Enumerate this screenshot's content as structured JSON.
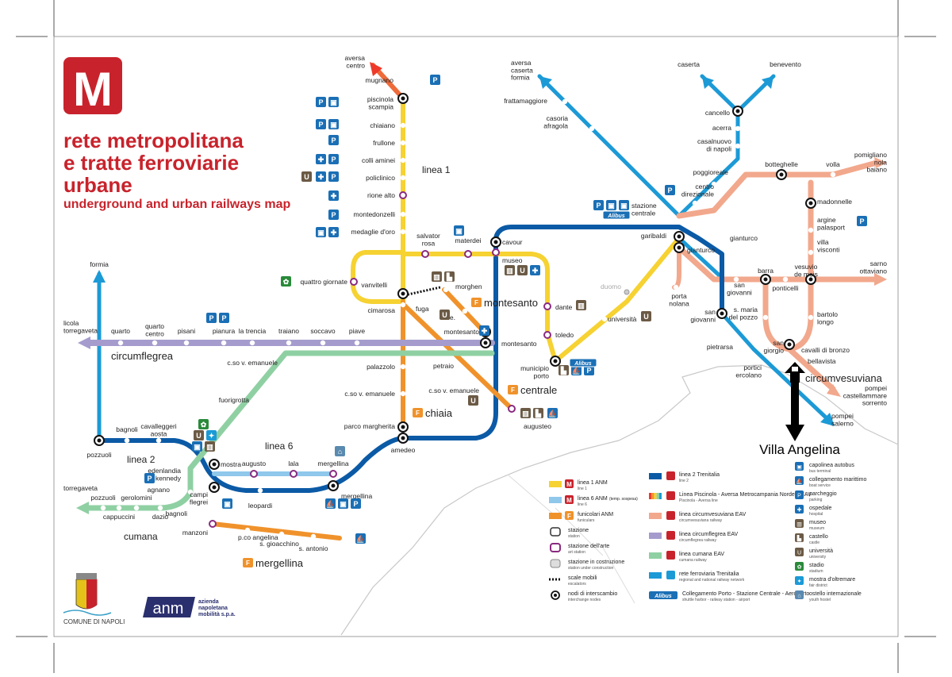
{
  "title": {
    "line1": "rete metropolitana",
    "line2": "e tratte ferroviarie",
    "line3": "urbane",
    "subtitle": "underground and urban railways map",
    "logo_letter": "M"
  },
  "colors": {
    "linea1": "#f6d232",
    "linea6": "#8fc8eb",
    "linea2": "#0b5aa6",
    "funicolare": "#f0922b",
    "circumvesuviana": "#f2a88c",
    "circumflegrea": "#a59ccd",
    "cumana": "#8fd0a3",
    "trenitalia": "#1c9ad6",
    "accent": "#c8232c",
    "parking": "#1a6fb5"
  },
  "line_labels": {
    "linea1": "linea 1",
    "linea6": "linea 6",
    "linea2": "linea 2",
    "circumflegrea": "circumflegrea",
    "cumana": "cumana",
    "circumvesuviana": "circumvesuviana",
    "funi_montesanto": "montesanto",
    "funi_centrale": "centrale",
    "funi_chiaia": "chiaia",
    "funi_mergellina": "mergellina"
  },
  "stations": {
    "aversa_centro": "aversa\ncentro",
    "mugnano": "mugnano",
    "piscinola": "piscinola\nscampia",
    "chiaiano": "chiaiano",
    "frullone": "frullone",
    "colli_aminei": "colli aminei",
    "policlinico": "policlinico",
    "rione_alto": "rione alto",
    "montedonzelli": "montedonzelli",
    "medaglie": "medaglie d'oro",
    "salvator_rosa": "salvator\nrosa",
    "materdei": "materdei",
    "cavour": "cavour",
    "museo": "museo",
    "vanvitelli": "vanvitelli",
    "cimarosa": "cimarosa",
    "fuga": "fuga",
    "morghen": "morghen",
    "quattro_giornate": "quattro giornate",
    "dante": "dante",
    "toledo": "toledo",
    "municipio": "municipio\nporto",
    "universita": "università",
    "duomo": "duomo",
    "garibaldi": "garibaldi",
    "gianturco": "gianturco",
    "stazione_centrale": "stazione\ncentrale",
    "centro_direzionale": "centro\ndirezionale",
    "poggioreale": "poggioreale",
    "porta_nolana": "porta\nnolana",
    "cvc": "c.v.e.",
    "montesanto_1": "montesanto",
    "montesanto_2": "montesanto",
    "palazzolo": "palazzolo",
    "petraio": "petraio",
    "cso_ve_1": "c.so v. emanuele",
    "cso_ve_2": "c.so v. emanuele",
    "cso_ve_3": "c.so v. emanuele",
    "parco_margherita": "parco margherita",
    "amedeo": "amedeo",
    "augusteo": "augusteo",
    "formia_t": "formia",
    "licola": "licola\ntorregaveta",
    "quarto": "quarto",
    "quarto_centro": "quarto\ncentro",
    "pisani": "pisani",
    "pianura": "pianura",
    "trencia": "la trencia",
    "traiano": "traiano",
    "soccavo": "soccavo",
    "piave": "piave",
    "fuorigrotta": "fuorigrotta",
    "pozzuoli": "pozzuoli",
    "bagnoli": "bagnoli",
    "cavalleggeri": "cavalleggeri\naosta",
    "mostra": "mostra",
    "augusto": "augusto",
    "lala": "lala",
    "mergellina": "mergellina",
    "mergellina_2": "mergellina",
    "edenlandia": "edenlandia\nkennedy",
    "campi_flegrei": "campi\nflegrei",
    "leopardi": "leopardi",
    "torregaveta": "torregaveta",
    "pozzuoli_c": "pozzuoli",
    "gerolomini": "gerolomini",
    "agnano": "agnano",
    "cappuccini": "cappuccini",
    "dazio": "dazio",
    "bagnoli_c": "bagnoli",
    "manzoni": "manzoni",
    "pco_angelina": "p.co angelina",
    "s_gioacchino": "s. gioacchino",
    "s_antonio": "s. antonio",
    "aversa_caserta": "aversa\ncaserta\nformia",
    "frattamaggiore": "frattamaggiore",
    "casoria": "casoria\nafragola",
    "caserta": "caserta",
    "benevento": "benevento",
    "cancello": "cancello",
    "acerra": "acerra",
    "casalnuovo": "casalnuovo\ndi napoli",
    "botteghelle": "botteghelle",
    "volla": "volla",
    "pomigliano": "pomigliano\nnola\nbaiano",
    "madonnelle": "madonnelle",
    "argine": "argine\npalasport",
    "villa_visconti": "villa\nvisconti",
    "sarno": "sarno\nottaviano",
    "gianturco_2": "gianturco",
    "san_giovanni_1": "san\ngiovanni",
    "san_giovanni_2": "san\ngiovanni",
    "barra": "barra",
    "vesuvio": "vesuvio\nde meis",
    "ponticelli": "ponticelli",
    "smaria": "s. maria\ndel pozzo",
    "bartolo": "bartolo\nlongo",
    "pietrarsa": "pietrarsa",
    "san_giorgio": "san\ngiorgio",
    "cavalli": "cavalli di bronzo",
    "bellavista": "bellavista",
    "portici": "portici\nercolano",
    "pompei_cast": "pompei\ncastellammare\nsorrento",
    "pompei_salerno": "pompei\nsalerno"
  },
  "annotation": "Villa Angelina",
  "legend": {
    "left": [
      {
        "label": "linea 1 ANM",
        "sub": "line 1"
      },
      {
        "label": "linea 6 ANM",
        "sub": "line 6",
        "note": "(temp. sospesa)"
      },
      {
        "label": "funicolari ANM",
        "sub": "funiculars"
      },
      {
        "label": "stazione",
        "sub": "station"
      },
      {
        "label": "stazione dell'arte",
        "sub": "art station"
      },
      {
        "label": "stazione in costruzione",
        "sub": "station under construction"
      },
      {
        "label": "scale mobili",
        "sub": "escalators"
      },
      {
        "label": "nodi di interscambio",
        "sub": "interchange nodes"
      }
    ],
    "mid": [
      {
        "label": "linea 2 Trenitalia",
        "sub": "line 2"
      },
      {
        "label": "Linea Piscinola - Aversa Metrocampania Nordest EAV",
        "sub": "Piscinola - Aversa line"
      },
      {
        "label": "linea circumvesuviana EAV",
        "sub": "circumvesuviana railway"
      },
      {
        "label": "linea circumflegrea EAV",
        "sub": "circumflegrea railway"
      },
      {
        "label": "linea cumana EAV",
        "sub": "cumana railway"
      },
      {
        "label": "rete ferroviaria Trenitalia",
        "sub": "regional and national railway network"
      },
      {
        "label": "Collegamento Porto - Stazione Centrale - Aeroporto",
        "sub": "shuttle harbor - railway station - airport"
      }
    ],
    "right": [
      {
        "label": "capolinea autobus",
        "sub": "bus terminal"
      },
      {
        "label": "collegamento marittimo",
        "sub": "boat service"
      },
      {
        "label": "parcheggio",
        "sub": "parking"
      },
      {
        "label": "ospedale",
        "sub": "hospital"
      },
      {
        "label": "museo",
        "sub": "museum"
      },
      {
        "label": "castello",
        "sub": "castle"
      },
      {
        "label": "università",
        "sub": "university"
      },
      {
        "label": "stadio",
        "sub": "stadium"
      },
      {
        "label": "mostra d'oltremare",
        "sub": "fair district"
      },
      {
        "label": "ostello internazionale",
        "sub": "youth hostel"
      }
    ],
    "alibus": "Alibus"
  },
  "logos": {
    "comune": "COMUNE DI NAPOLI",
    "anm": "anm",
    "anm_full": "azienda\nnapoletana\nmobilità s.p.a."
  }
}
